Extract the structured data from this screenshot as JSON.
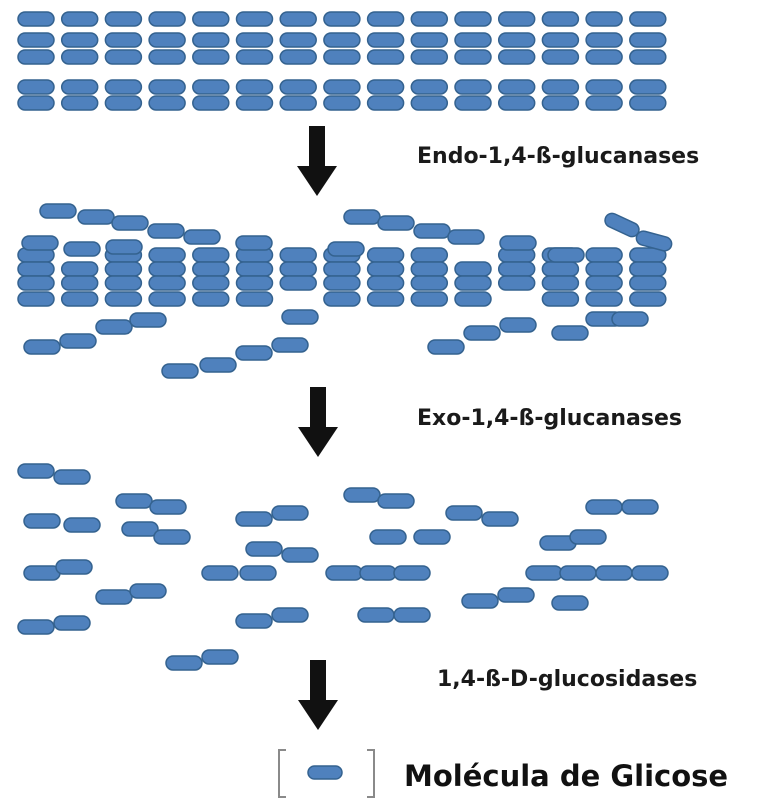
{
  "steps": [
    {
      "enzyme": "Endo-1,4-ß-glucanases"
    },
    {
      "enzyme": "Exo-1,4-ß-glucanases"
    },
    {
      "enzyme": "1,4-ß-D-glucosidases"
    }
  ],
  "legend": {
    "label": "Molécula de  Glicose",
    "icon": "glucose-unit"
  },
  "colors": {
    "unit_fill": "#4f81bd",
    "unit_stroke": "#34628f",
    "arrow": "#111111",
    "bracket": "#8a8a8a"
  }
}
